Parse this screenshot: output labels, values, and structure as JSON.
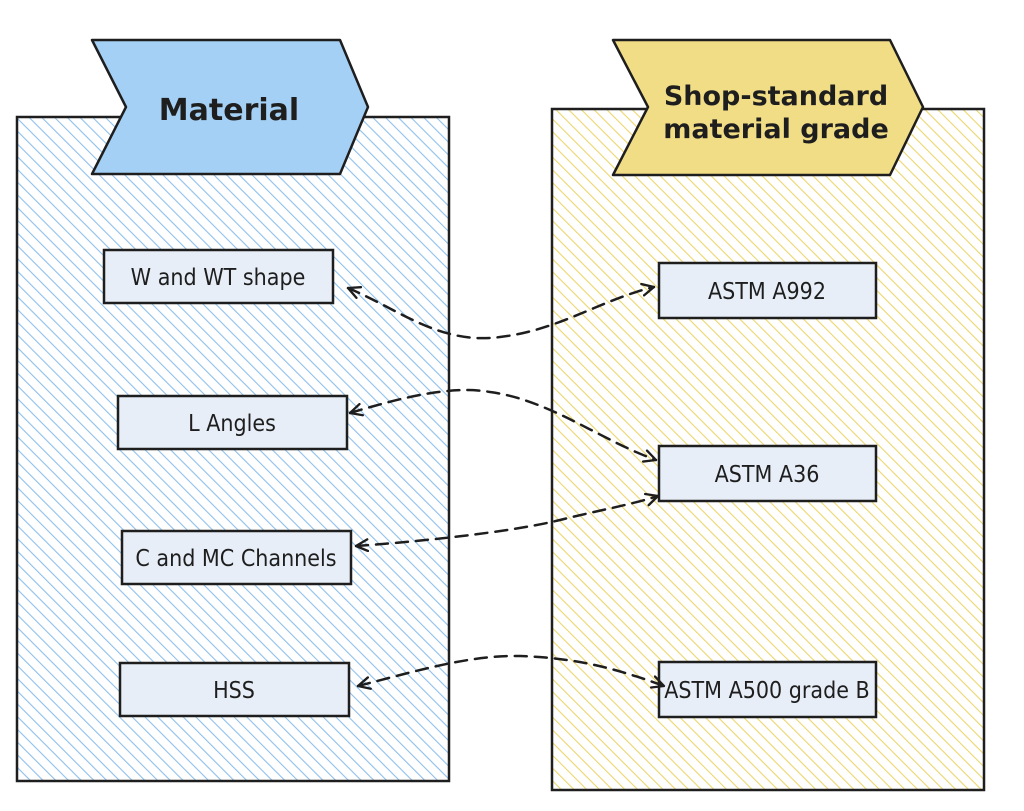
{
  "colors": {
    "material_fill": "#a5d0f5",
    "material_hatch": "#7fb6e8",
    "grade_fill": "#f1dd86",
    "grade_hatch": "#e6cc5a",
    "box_fill": "#e7eef7",
    "stroke": "#1e1e1e"
  },
  "material": {
    "title": "Material",
    "items": [
      {
        "label": "W and WT shape"
      },
      {
        "label": "L Angles"
      },
      {
        "label": "C and MC Channels"
      },
      {
        "label": "HSS"
      }
    ]
  },
  "grade": {
    "title_line1": "Shop-standard",
    "title_line2": "material grade",
    "items": [
      {
        "label": "ASTM A992"
      },
      {
        "label": "ASTM A36"
      },
      {
        "label": "ASTM A500 grade B"
      }
    ]
  },
  "connections": [
    {
      "from": "W and WT shape",
      "to": "ASTM A992",
      "style": "dashed",
      "arrows": "both"
    },
    {
      "from": "L Angles",
      "to": "ASTM A36",
      "style": "dashed",
      "arrows": "both"
    },
    {
      "from": "C and MC Channels",
      "to": "ASTM A36",
      "style": "dashed",
      "arrows": "both"
    },
    {
      "from": "HSS",
      "to": "ASTM A500 grade B",
      "style": "dashed",
      "arrows": "both"
    }
  ]
}
